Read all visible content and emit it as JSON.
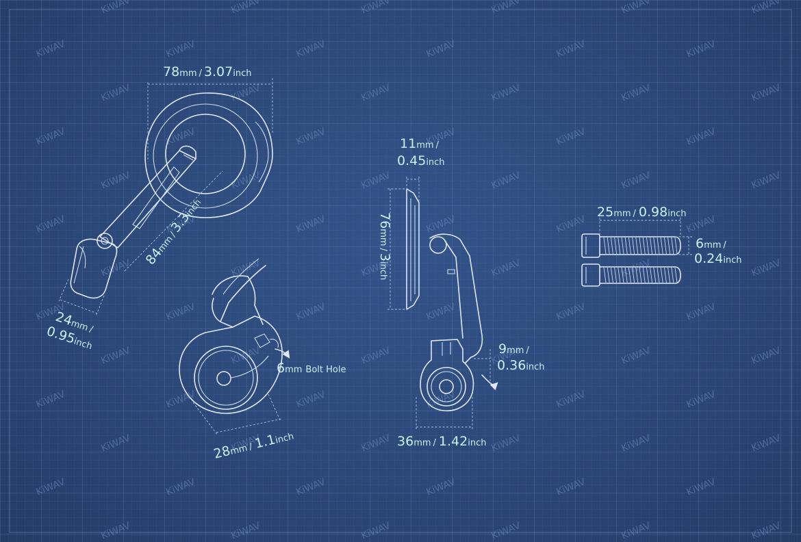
{
  "watermark": "KiWAV",
  "colors": {
    "background": "#2c4878",
    "ink": "#dfe9f6",
    "label": "#c9f0f4",
    "dimension": "#a9c3e3"
  },
  "dimensions": {
    "mirror_width": {
      "value": "78",
      "unit": "mm",
      "sep": "/",
      "alt": "3.07",
      "alt_unit": "inch"
    },
    "arm_length": {
      "value": "84",
      "unit": "mm",
      "sep": "/",
      "alt": "3.3",
      "alt_unit": "inch"
    },
    "clamp_width": {
      "value": "24",
      "unit": "mm",
      "sep": "/",
      "alt": "0.95",
      "alt_unit": "inch"
    },
    "bolt_hole": {
      "value": "6",
      "unit": "mm",
      "text": "Bolt Hole"
    },
    "clamp_diameter": {
      "value": "28",
      "unit": "mm",
      "sep": "/",
      "alt": "1.1",
      "alt_unit": "inch"
    },
    "mirror_depth": {
      "value": "11",
      "unit": "mm",
      "sep": "/",
      "alt": "0.45",
      "alt_unit": "inch"
    },
    "mirror_height": {
      "value": "76",
      "unit": "mm",
      "sep": "/",
      "alt": "3",
      "alt_unit": "inch"
    },
    "offset": {
      "value": "9",
      "unit": "mm",
      "sep": "/",
      "alt": "0.36",
      "alt_unit": "inch"
    },
    "base_width": {
      "value": "36",
      "unit": "mm",
      "sep": "/",
      "alt": "1.42",
      "alt_unit": "inch"
    },
    "bolt_length": {
      "value": "25",
      "unit": "mm",
      "sep": "/",
      "alt": "0.98",
      "alt_unit": "inch"
    },
    "bolt_diameter": {
      "value": "6",
      "unit": "mm",
      "sep": "/",
      "alt": "0.24",
      "alt_unit": "inch"
    }
  }
}
